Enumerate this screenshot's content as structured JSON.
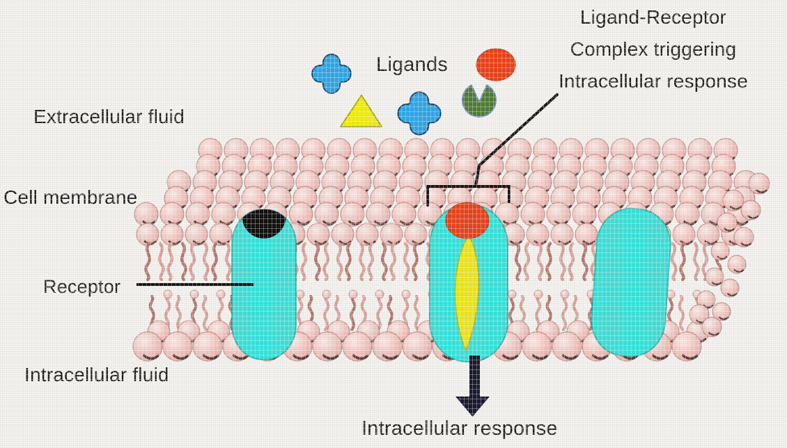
{
  "figure": {
    "type": "diagram",
    "subject": "Ligand-receptor signalling at the cell membrane"
  },
  "labels": {
    "extracellular_fluid": "Extracellular fluid",
    "cell_membrane": "Cell membrane",
    "receptor": "Receptor",
    "intracellular_fluid": "Intracellular fluid",
    "ligands": "Ligands",
    "complex_caption": [
      "Ligand-Receptor",
      "Complex triggering",
      "Intracellular response"
    ],
    "intracellular_response": "Intracellular response"
  },
  "icons": {
    "ligand_shapes": [
      "blue-cross-ligand",
      "yellow-triangle-ligand",
      "blue-cross-ligand",
      "red-oval-ligand",
      "green-notched-circle-ligand"
    ],
    "bound_ligand": "red-oval-ligand",
    "response_arrow": "down-arrow",
    "binding_site": "black-pocket-on-receptor"
  },
  "colors": {
    "background": "#f5f4f1",
    "lipid_head_pink": "#f0c3be",
    "lipid_outline": "#a96a63",
    "receptor_cyan": "#37e3db",
    "channel_yellow": "#f0e90d",
    "ligand_blue": "#2aa7e9",
    "ligand_yellow": "#f2ee10",
    "ligand_red": "#ea3f16",
    "ligand_green": "#4c7a33",
    "binding_site_black": "#0c0c0c",
    "text": "#1d1d1d"
  }
}
